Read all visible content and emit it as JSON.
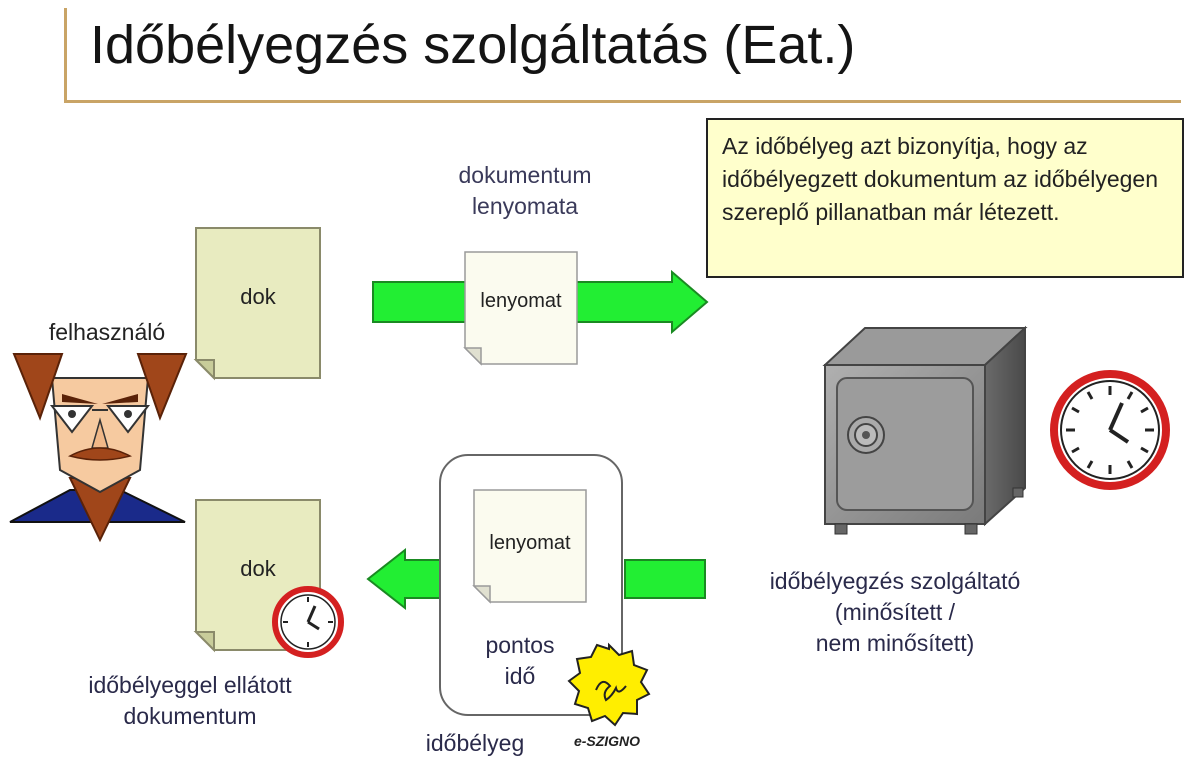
{
  "title": "Időbélyegzés szolgáltatás (Eat.)",
  "user": {
    "label": "felhasználó"
  },
  "top_flow": {
    "document_label": "dok",
    "fingerprint_caption": "dokumentum\nlenyomata",
    "fingerprint_label": "lenyomat"
  },
  "note": {
    "text": "Az időbélyeg azt bizonyítja, hogy az időbélyegzett dokumentum az időbélyegen szereplő pillanatban már létezett."
  },
  "provider": {
    "label": "időbélyegzés szolgáltató\n(minősített /\nnem minősített)"
  },
  "bottom_flow": {
    "fingerprint_label": "lenyomat",
    "exact_time_label": "pontos\nidő",
    "timestamp_label": "időbélyeg",
    "seal_brand": "e-SZIGNO",
    "document_label": "dok",
    "result_caption": "időbélyeggel ellátott\ndokumentum"
  },
  "colors": {
    "arrow_green": "#22ee33",
    "arrow_dark": "#1a8a22",
    "document_fill": "#e8ebc0",
    "note_fill": "#ffffcc",
    "rule_tan": "#c9a466",
    "clock_red": "#d42020",
    "seal_yellow": "#ffee00",
    "safe_gray": "#8c8c8c"
  },
  "icons": [
    "user-avatar-icon",
    "document-icon",
    "fingerprint-icon",
    "safe-icon",
    "clock-icon",
    "seal-icon"
  ]
}
